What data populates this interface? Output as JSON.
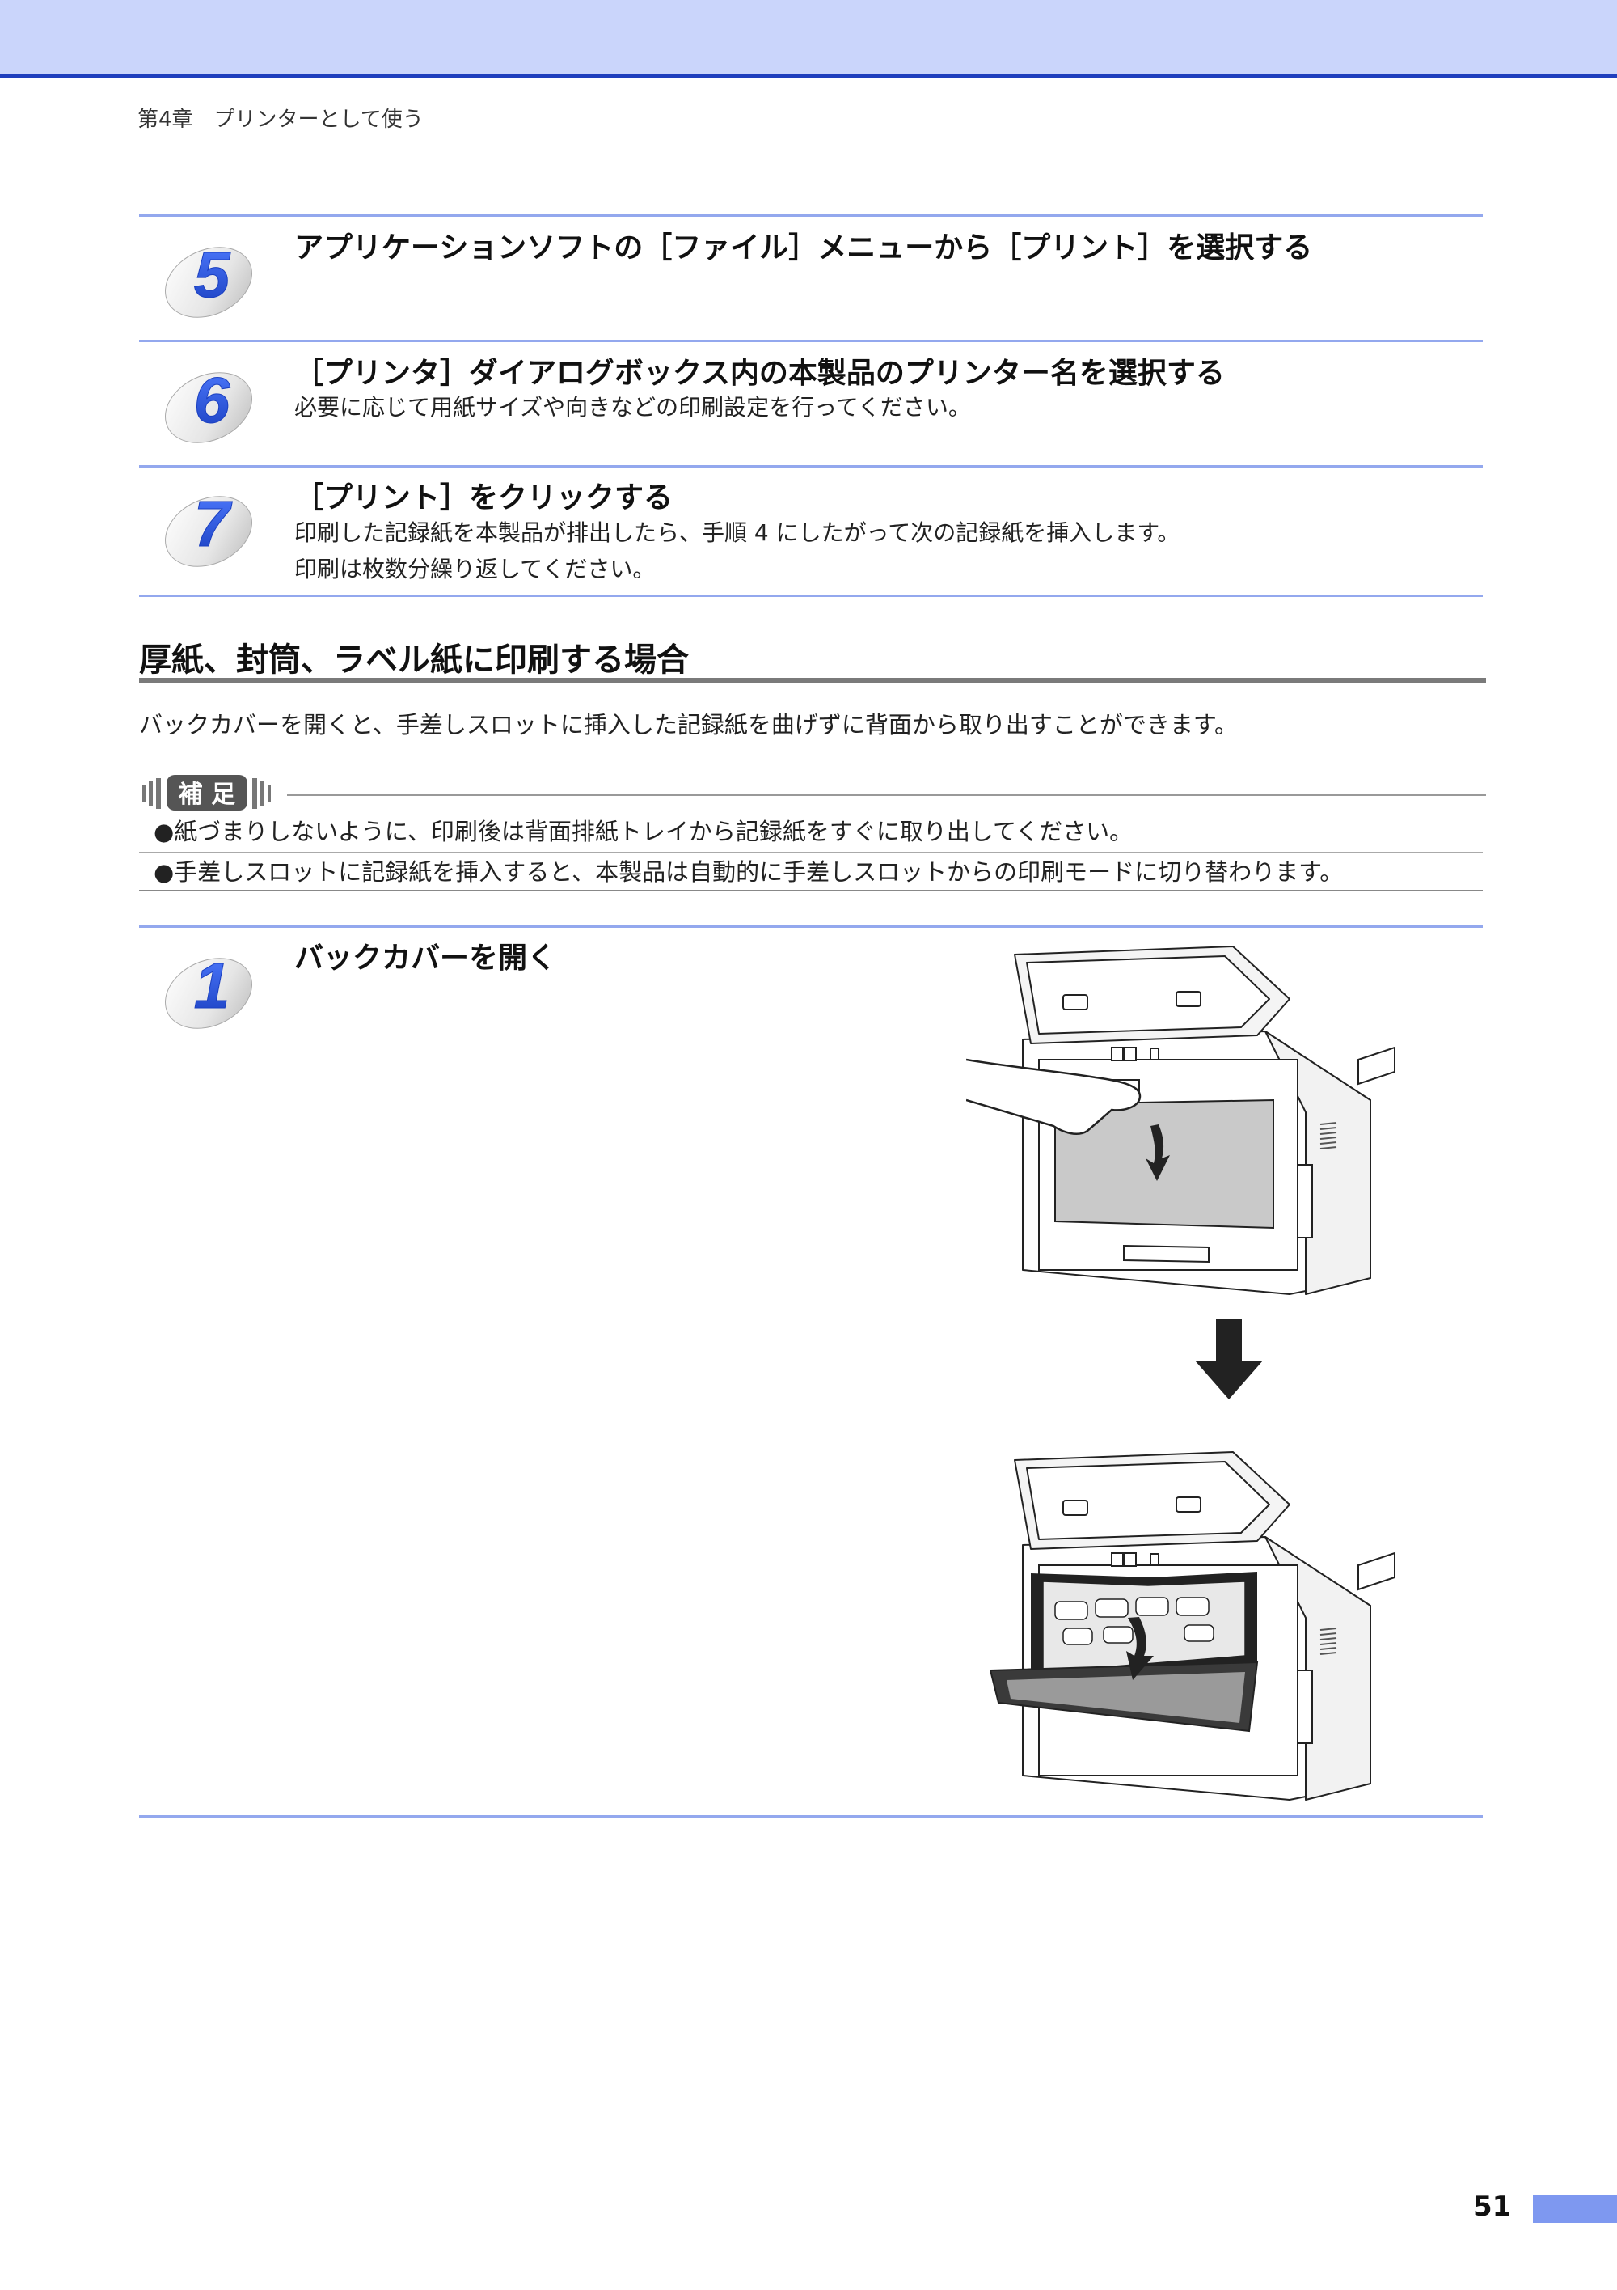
{
  "header": {
    "chapter": "第4章　プリンターとして使う"
  },
  "steps_top": [
    {
      "number": "5",
      "title": "アプリケーションソフトの［ファイル］メニューから［プリント］を選択する",
      "lines": []
    },
    {
      "number": "6",
      "title": "［プリンタ］ダイアログボックス内の本製品のプリンター名を選択する",
      "lines": [
        "必要に応じて用紙サイズや向きなどの印刷設定を行ってください。"
      ]
    },
    {
      "number": "7",
      "title": "［プリント］をクリックする",
      "lines": [
        "印刷した記録紙を本製品が排出したら、手順 4 にしたがって次の記録紙を挿入します。",
        "印刷は枚数分繰り返してください。"
      ]
    }
  ],
  "section": {
    "title": "厚紙、封筒、ラベル紙に印刷する場合",
    "description": "バックカバーを開くと、手差しスロットに挿入した記録紙を曲げずに背面から取り出すことができます。"
  },
  "note": {
    "label": "補 足",
    "items": [
      "●紙づまりしないように、印刷後は背面排紙トレイから記録紙をすぐに取り出してください。",
      "●手差しスロットに記録紙を挿入すると、本製品は自動的に手差しスロットからの印刷モードに切り替わります。"
    ]
  },
  "step_bottom": {
    "number": "1",
    "title": "バックカバーを開く"
  },
  "footer": {
    "page_number": "51"
  },
  "colors": {
    "accent": "#1f3fbd",
    "header_bg": "#cad5fb",
    "rule": "#93a8ee",
    "badge": "#2b55d8",
    "page_tab": "#7e98f0"
  }
}
